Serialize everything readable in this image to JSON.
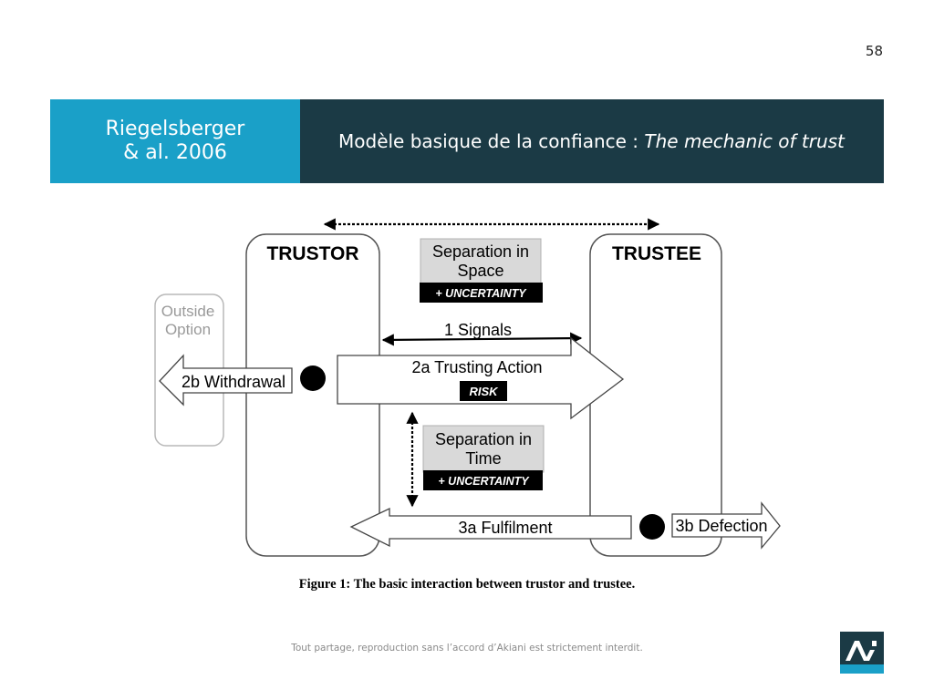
{
  "page_number": "58",
  "header": {
    "author_line1": "Riegelsberger",
    "author_line2": "& al. 2006",
    "title_main": "Modèle basique de la confiance : ",
    "title_italic": "The mechanic of trust"
  },
  "diagram": {
    "trustor": "TRUSTOR",
    "trustee": "TRUSTEE",
    "outside_option_line1": "Outside",
    "outside_option_line2": "Option",
    "separation_space_line1": "Separation in",
    "separation_space_line2": "Space",
    "uncertainty_space": "+ UNCERTAINTY",
    "signals": "1 Signals",
    "trusting_action": "2a Trusting Action",
    "risk": "RISK",
    "withdrawal": "2b Withdrawal",
    "separation_time_line1": "Separation in",
    "separation_time_line2": "Time",
    "uncertainty_time": "+ UNCERTAINTY",
    "fulfilment": "3a Fulfilment",
    "defection": "3b Defection"
  },
  "figure_caption": "Figure 1: The basic interaction between trustor and trustee.",
  "footer": "Tout partage, reproduction sans l’accord d’Akiani est strictement interdit.",
  "logo_color": "#1aa0c8",
  "logo_dark": "#1b3a45"
}
